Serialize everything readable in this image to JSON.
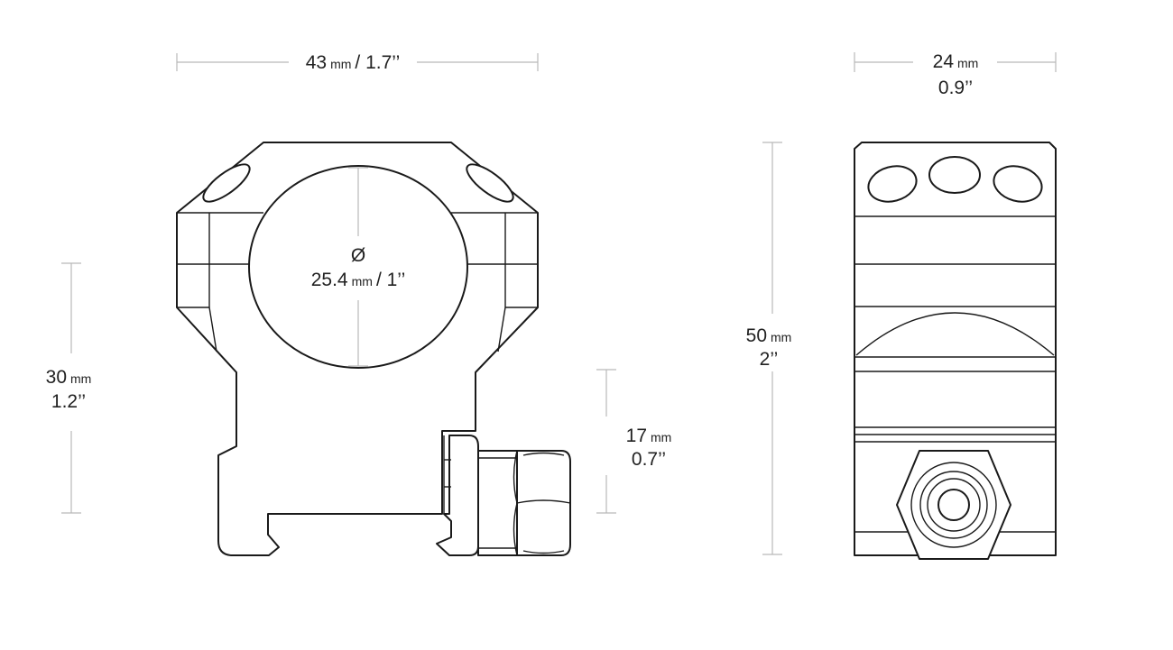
{
  "dimensions": {
    "width_front": {
      "value": "43",
      "unit": "mm",
      "imperial": "/ 1.7’’"
    },
    "width_side": {
      "value": "24",
      "unit": "mm",
      "imperial": "0.9’’"
    },
    "bore": {
      "symbol": "Ø",
      "value": "25.4",
      "unit": "mm",
      "imperial": "/ 1’’"
    },
    "height_center": {
      "value": "30",
      "unit": "mm",
      "imperial": "1.2’’"
    },
    "clamp_height": {
      "value": "17",
      "unit": "mm",
      "imperial": "0.7’’"
    },
    "total_height": {
      "value": "50",
      "unit": "mm",
      "imperial": "2’’"
    }
  },
  "colors": {
    "outline": "#1a1a1a",
    "dimension_line": "#b9b9b9",
    "text": "#222222"
  }
}
